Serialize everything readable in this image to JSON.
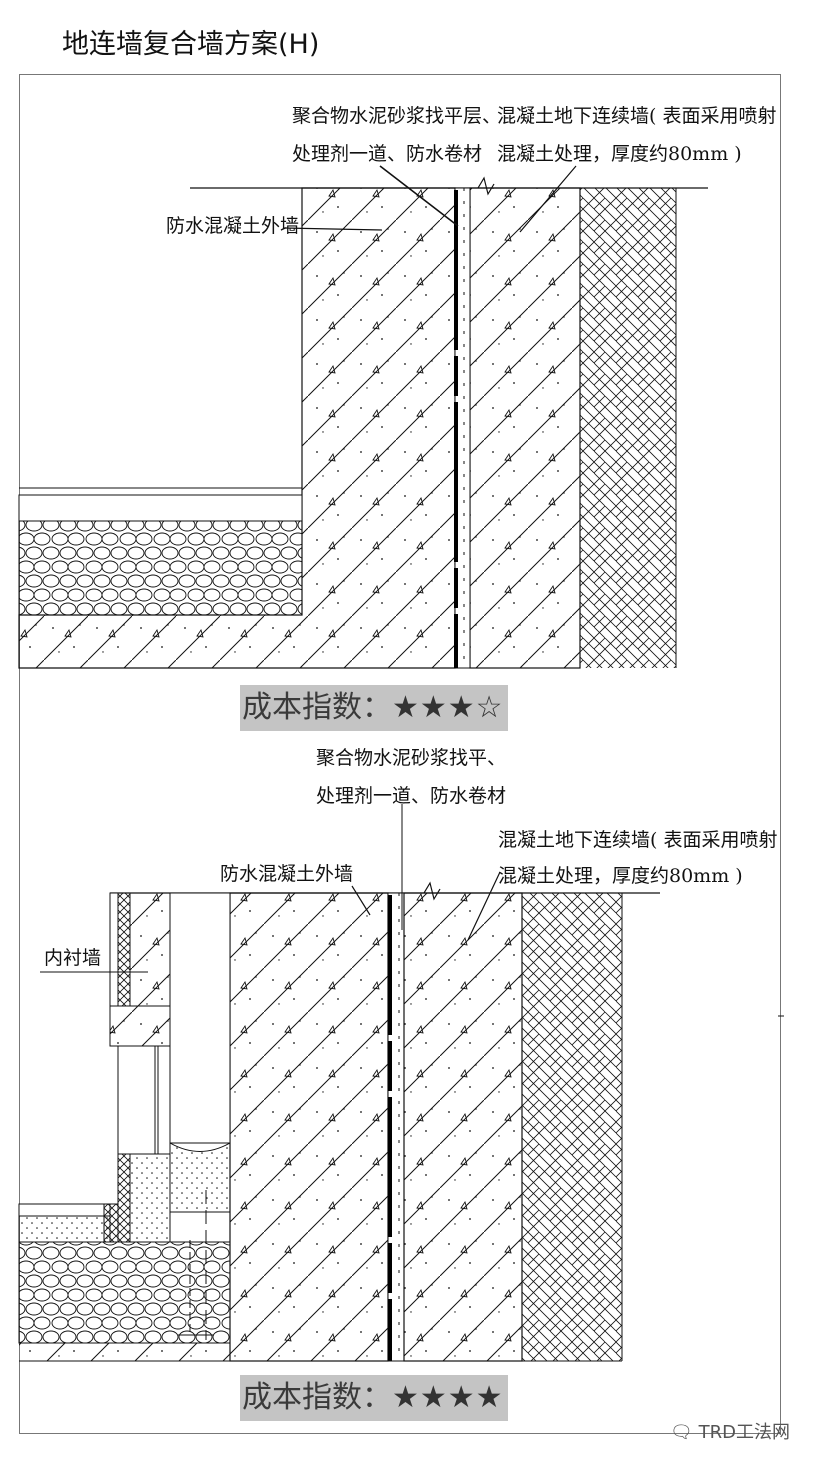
{
  "title": "地连墙复合墙方案(H)",
  "diagram1": {
    "label_membrane_line1": "聚合物水泥砂浆找平层、",
    "label_membrane_line2": "处理剂一道、防水卷材",
    "label_diaphragm_line1": "混凝土地下连续墙( 表面采用喷射",
    "label_diaphragm_line2": "混凝土处理，厚度约80mm )",
    "label_outer_wall": "防水混凝土外墙",
    "cost_label": "成本指数：",
    "cost_stars": "★★★☆"
  },
  "diagram2": {
    "label_membrane_line1": "聚合物水泥砂浆找平、",
    "label_membrane_line2": "处理剂一道、防水卷材",
    "label_diaphragm_line1": "混凝土地下连续墙( 表面采用喷射",
    "label_diaphragm_line2": "混凝土处理，厚度约80mm )",
    "label_outer_wall": "防水混凝土外墙",
    "label_lining_wall": "内衬墙",
    "cost_label": "成本指数：",
    "cost_stars": "★★★★"
  },
  "watermark": "TRD工法网"
}
